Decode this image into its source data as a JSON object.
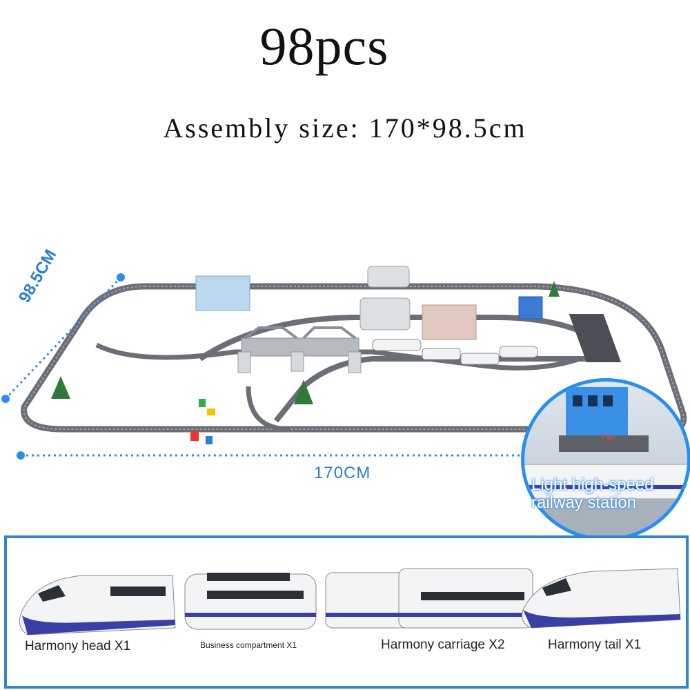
{
  "header": {
    "count": "98pcs",
    "assembly": "Assembly size: 170*98.5cm"
  },
  "dimensions": {
    "depth": "98.5CM",
    "width": "170CM"
  },
  "inset": {
    "label": "Light high-speed railway station",
    "fan": "Fan"
  },
  "cars": [
    {
      "label": "Harmony head X1"
    },
    {
      "label": "Business compartment X1"
    },
    {
      "label": "Harmony carriage X2"
    },
    {
      "label": "Harmony tail X1"
    }
  ],
  "colors": {
    "accent": "#2f86d4",
    "track": "#6b6f75",
    "train_stripe": "#3a3fa8"
  }
}
